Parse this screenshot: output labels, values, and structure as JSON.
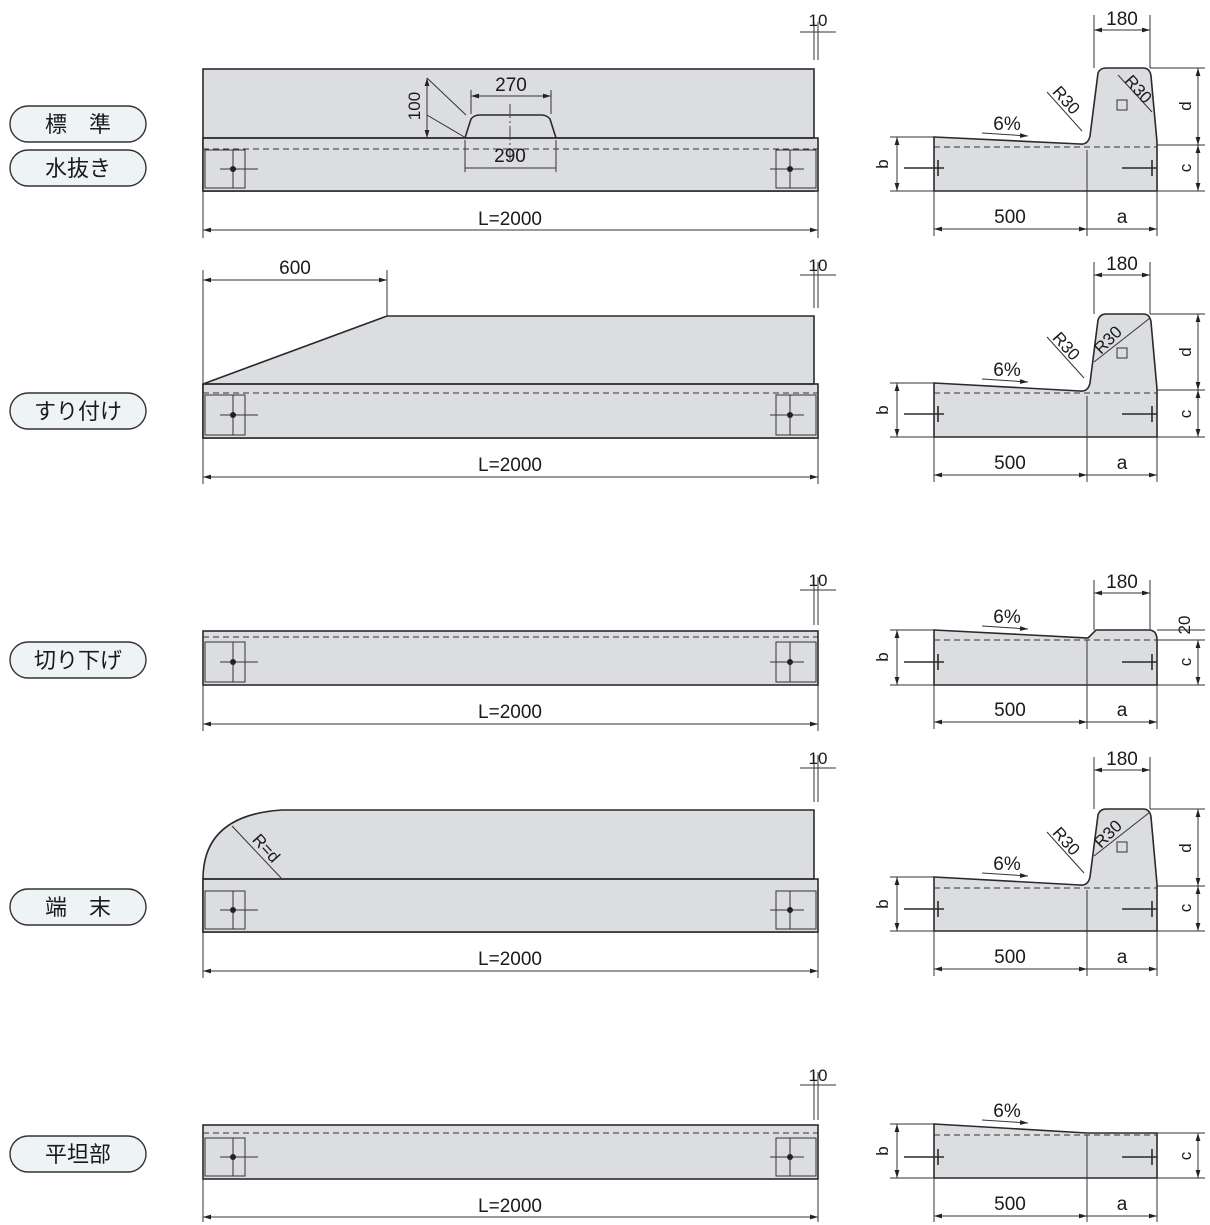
{
  "labels": {
    "standard": "標　準",
    "drain": "水抜き",
    "slope": "すり付け",
    "cutdown": "切り下げ",
    "end": "端　末",
    "flat": "平坦部"
  },
  "dims": {
    "length": "L=2000",
    "gap": "10",
    "notch_top": "270",
    "notch_bottom": "290",
    "notch_depth": "100",
    "taper": "600",
    "radius_end": "R=d",
    "width_top": "180",
    "radius": "R30",
    "gradient": "6%",
    "base_width": "500",
    "a": "a",
    "b": "b",
    "c": "c",
    "d": "d",
    "cut_height": "20"
  }
}
